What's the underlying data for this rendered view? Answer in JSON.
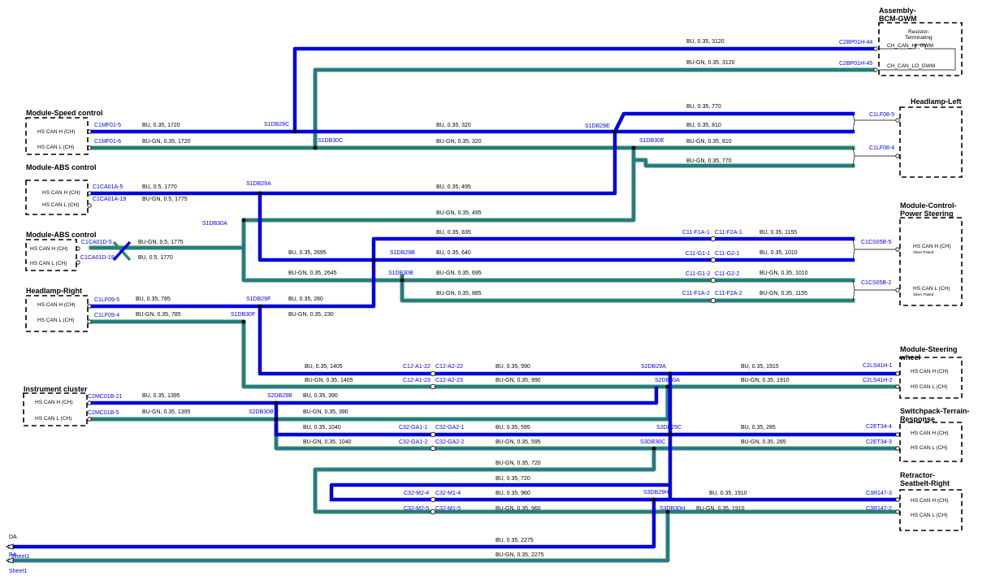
{
  "modules": {
    "speed": {
      "title": "Module-Speed control",
      "pins": [
        "HS CAN H (CH)",
        "HS CAN L (CH)"
      ]
    },
    "abs1": {
      "title": "Module-ABS control",
      "pins": [
        "HS CAN H (CH)",
        "HS CAN L (CH)"
      ]
    },
    "abs2": {
      "title": "Module-ABS control",
      "pins": [
        "HS CAN H (CH)",
        "HS CAN L (CH)"
      ]
    },
    "hlr": {
      "title": "Headlamp-Right",
      "pins": [
        "HS CAN H (CH)",
        "HS CAN L (CH)"
      ]
    },
    "ic": {
      "title": "Instrument cluster",
      "pins": [
        "HS CAN H (CH)",
        "HS CAN L (CH)"
      ]
    },
    "bcm": {
      "title1": "Assembly-",
      "title2": "BCM-GWM",
      "res1": "Resistor-",
      "res2": "Terminating",
      "pin1": "CH_CAN_HI_GWM",
      "pin2": "CH_CAN_LO_GWM"
    },
    "hll": {
      "title": "Headlamp-Left"
    },
    "ps": {
      "title1": "Module-Control-",
      "title2": "Power Steering",
      "pins": [
        "HS CAN H (CH)",
        "HS CAN L (CH)"
      ],
      "note": "Silver Plated"
    },
    "sw": {
      "title1": "Module-Steering",
      "title2": "wheel",
      "pins": [
        "HS CAN H (CH)",
        "HS CAN L (CH)"
      ]
    },
    "sp": {
      "title1": "Switchpack-Terrain-",
      "title2": "Response",
      "pins": [
        "HS CAN H (CH)",
        "HS CAN L (CH)"
      ]
    },
    "rs": {
      "title1": "Retractor-",
      "title2": "Seatbelt-Right",
      "pins": [
        "HS CAN H (CH)",
        "HS CAN L (CH)"
      ]
    }
  },
  "connectors": {
    "c2bp44": "C2BP01H-44",
    "c2bp45": "C2BP01H-45",
    "c1mf5": "C1MF01-5",
    "c1mf6": "C1MF01-6",
    "c1ca5": "C1CA01A-5",
    "c1ca19": "C1CA01A-19",
    "c1cd5": "C1CA01D-5",
    "c1cd19": "C1CA01D-19",
    "c1lf095": "C1LF09-5",
    "c1lf094": "C1LF09-4",
    "c2mc21": "C2MC01B-21",
    "c2mc5": "C2MC01B-5",
    "c1lf085": "C1LF08-5",
    "c1lf084": "C1LF08-4",
    "c1cs5": "C1CS05B-5",
    "c1cs2": "C1CS05B-2",
    "c11f1a1": "C11-F1A-1",
    "c11f2a1": "C11-F2A-1",
    "c11g11": "C11-G1-1",
    "c11g21": "C11-G2-1",
    "c11g12": "C11-G1-2",
    "c11g22": "C11-G2-2",
    "c11f1a2": "C11-F1A-2",
    "c11f2a2": "C11-F2A-2",
    "c12a122": "C12-A1-22",
    "c12a222": "C12-A2-22",
    "c12a123": "C12-A1-23",
    "c12a223": "C12-A2-23",
    "c32ga11": "C32-GA1-1",
    "c32ga21": "C32-GA2-1",
    "c32ga12": "C32-GA1-2",
    "c32ga22": "C32-GA2-2",
    "c32m24": "C32-M2-4",
    "c32m14": "C32-M1-4",
    "c32m25": "C32-M2-5",
    "c32m15": "C32-M1-5",
    "c2ls1": "C2LS41H-1",
    "c2ls2": "C2LS41H-2",
    "c2et4": "C2ET34-4",
    "c2et3": "C2ET34-3",
    "c3r3": "C3R147-3",
    "c3r2": "C3R147-2"
  },
  "splices": {
    "s1db29c": "S1DB29C",
    "s1db30c": "S1DB30C",
    "s1db29e": "S1DB29E",
    "s1db30e": "S1DB30E",
    "s1db29a": "S1DB29A",
    "s1db30a": "S1DB30A",
    "s1db29b": "S1DB29B",
    "s1db30b": "S1DB30B",
    "s1db29f": "S1DB29F",
    "s1db30f": "S1DB30F",
    "s2db29a": "S2DB29A",
    "s2db30a": "S2DB30A",
    "s2db29b": "S2DB29B",
    "s2db30b": "S2DB30B",
    "s3db29c": "S3DB29C",
    "s3db30c": "S3DB30C",
    "s3db29h": "S3DB29H",
    "s3db30h": "S3DB30H"
  },
  "wires": {
    "w1": "BU, 0.35, 3120",
    "w2": "BU-GN, 0.35, 3120",
    "w3": "BU, 0.35, 1720",
    "w4": "BU-GN, 0.35, 1720",
    "w5": "BU, 0.35, 320",
    "w6": "BU-GN, 0.35, 320",
    "w7": "BU, 0.35, 770",
    "w8": "BU, 0.35, 810",
    "w9": "BU-GN, 0.35, 810",
    "w10": "BU-GN, 0.35, 770",
    "w11": "BU, 0.5, 1770",
    "w12": "BU-GN, 0.5, 1775",
    "w13": "BU, 0.35, 495",
    "w14": "BU-GN, 0.35, 495",
    "w15": "BU-GN, 0.5, 1775",
    "w16": "BU, 0.5, 1770",
    "w17": "BU, 0.35, 835",
    "w18": "BU, 0.35, 1155",
    "w19": "BU, 0.35, 2695",
    "w20": "BU, 0.35, 640",
    "w21": "BU, 0.35, 1010",
    "w22": "BU-GN, 0.35, 2645",
    "w23": "BU-GN, 0.35, 695",
    "w24": "BU-GN, 0.35, 1010",
    "w25": "BU, 0.35, 785",
    "w26": "BU, 0.35, 280",
    "w27": "BU-GN, 0.35, 885",
    "w28": "BU-GN, 0.35, 1155",
    "w29": "BU-GN, 0.35, 785",
    "w30": "BU-GN, 0.35, 230",
    "w31": "BU, 0.35, 1405",
    "w32": "BU, 0.35, 990",
    "w33": "BU, 0.35, 1915",
    "w34": "BU-GN, 0.35, 1405",
    "w35": "BU-GN, 0.35, 990",
    "w36": "BU-GN, 0.35, 1910",
    "w37": "BU, 0.35, 1395",
    "w38": "BU, 0.35, 390",
    "w39": "BU-GN, 0.35, 1395",
    "w40": "BU-GN, 0.35, 390",
    "w41": "BU, 0.35, 1040",
    "w42": "BU, 0.35, 595",
    "w43": "BU, 0.35, 285",
    "w44": "BU-GN, 0.35, 1040",
    "w45": "BU-GN, 0.35, 595",
    "w46": "BU-GN, 0.35, 285",
    "w47": "BU-GN, 0.35, 720",
    "w48": "BU, 0.35, 720",
    "w49": "BU, 0.35, 960",
    "w50": "BU, 0.35, 1910",
    "w51": "BU-GN, 0.35, 960",
    "w52": "BU-GN, 0.35, 1910",
    "w53": "BU, 0.35, 2275",
    "w54": "BU-GN, 0.35, 2275"
  },
  "offpage": {
    "da": "DA",
    "ba": "BA",
    "sheet": "Sheet1"
  },
  "colors": {
    "bu": "#0000dd",
    "gn": "#2e8b57",
    "label": "#0000ee"
  }
}
